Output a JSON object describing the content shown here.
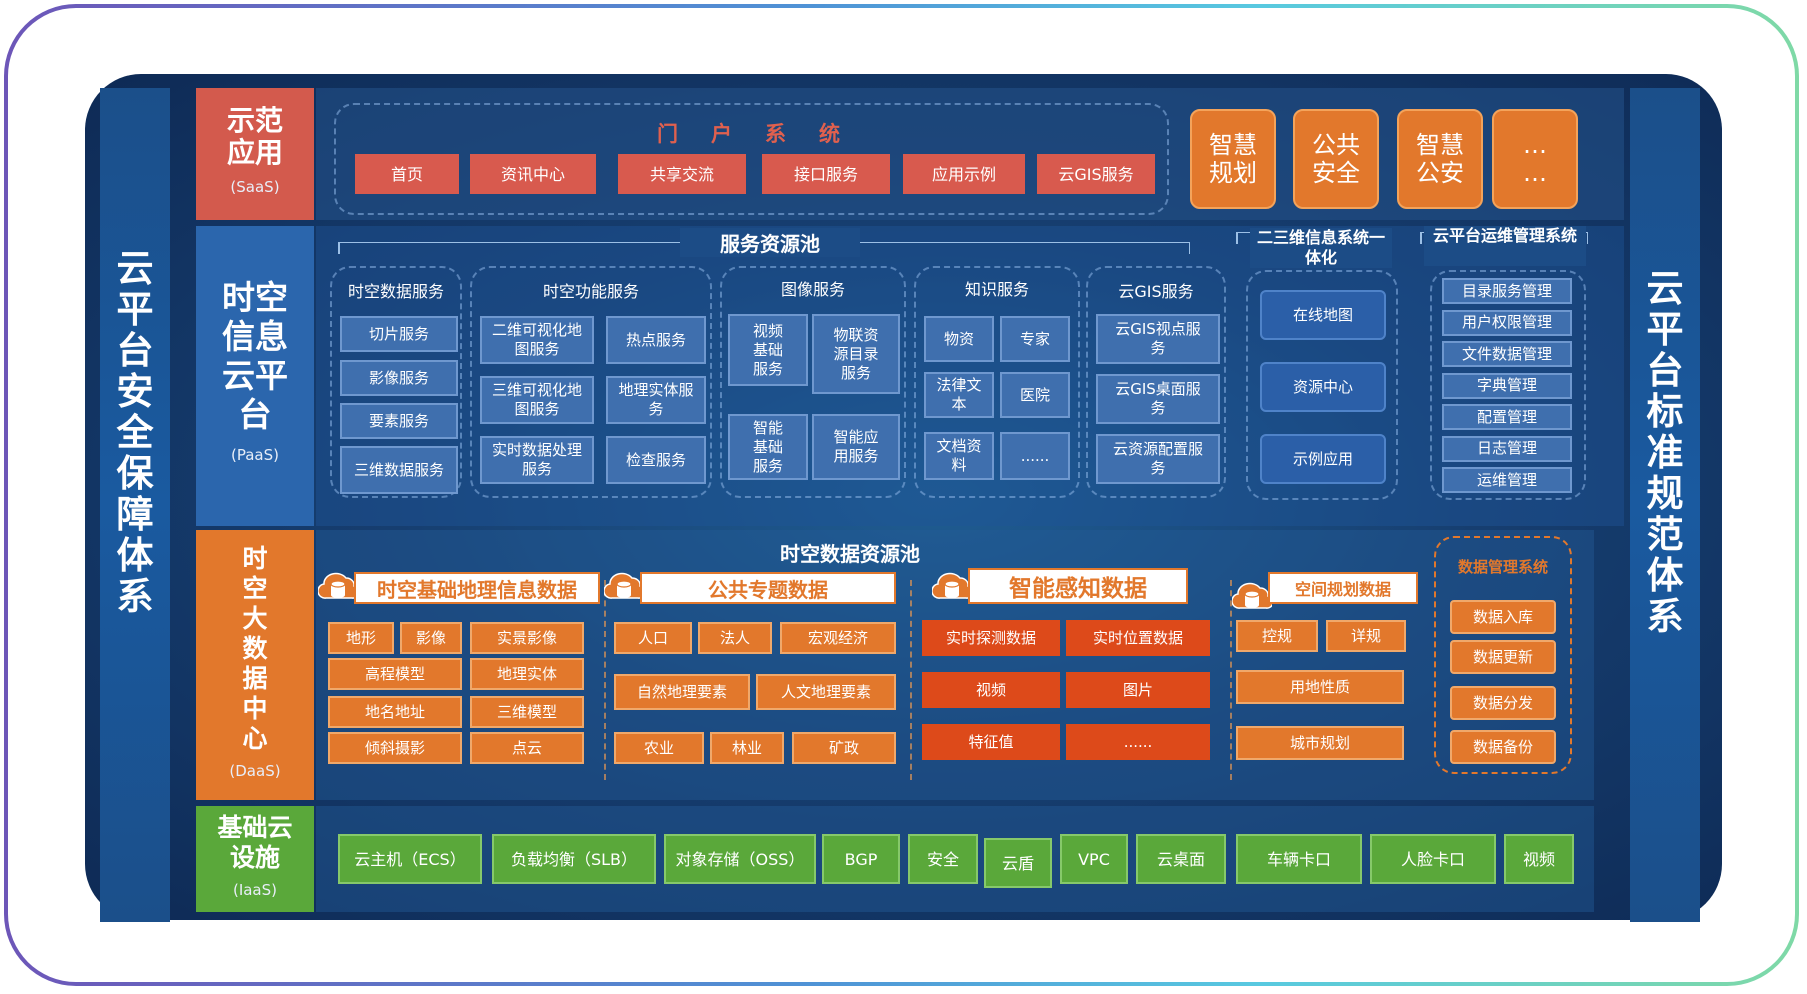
{
  "side": {
    "left": "云平台安全保障体系",
    "right": "云平台标准规范体系"
  },
  "layers": {
    "saas": {
      "title": "示范应用",
      "sub": "(SaaS)"
    },
    "paas": {
      "title": "时空信息云平台",
      "sub": "(PaaS)"
    },
    "daas": {
      "title": "时空大数据中心",
      "sub": "(DaaS)"
    },
    "iaas": {
      "title": "基础云设施",
      "sub": "(IaaS)"
    }
  },
  "portal": {
    "title": "门　户　系　统",
    "items": [
      "首页",
      "资讯中心",
      "共享交流",
      "接口服务",
      "应用示例",
      "云GIS服务"
    ]
  },
  "apps": [
    "智慧规划",
    "公共安全",
    "智慧公安",
    "… …"
  ],
  "service_pool": {
    "title": "服务资源池",
    "groups": {
      "data": {
        "title": "时空数据服务",
        "items": [
          "切片服务",
          "影像服务",
          "要素服务",
          "三维数据服务"
        ]
      },
      "func": {
        "title": "时空功能服务",
        "items": [
          "二维可视化地图服务",
          "热点服务",
          "三维可视化地图服务",
          "地理实体服务",
          "实时数据处理服务",
          "检查服务"
        ]
      },
      "image": {
        "title": "图像服务",
        "items": [
          "视频基础服务",
          "物联资源目录服务",
          "智能基础服务",
          "智能应用服务"
        ]
      },
      "knowledge": {
        "title": "知识服务",
        "items": [
          "物资",
          "专家",
          "法律文本",
          "医院",
          "文档资料",
          "......"
        ]
      },
      "gis": {
        "title": "云GIS服务",
        "items": [
          "云GIS视点服务",
          "云GIS桌面服务",
          "云资源配置服务"
        ]
      }
    },
    "integrated": {
      "title": "二三维信息系统一体化",
      "items": [
        "在线地图",
        "资源中心",
        "示例应用"
      ]
    },
    "ops": {
      "title": "云平台运维管理系统",
      "items": [
        "目录服务管理",
        "用户权限管理",
        "文件数据管理",
        "字典管理",
        "配置管理",
        "日志管理",
        "运维管理"
      ]
    }
  },
  "data_pool": {
    "title": "时空数据资源池",
    "basic": {
      "title": "时空基础地理信息数据",
      "items": [
        "地形",
        "影像",
        "实景影像",
        "高程模型",
        "地理实体",
        "地名地址",
        "三维模型",
        "倾斜摄影",
        "点云"
      ]
    },
    "topic": {
      "title": "公共专题数据",
      "items": [
        "人口",
        "法人",
        "宏观经济",
        "自然地理要素",
        "人文地理要素",
        "农业",
        "林业",
        "矿政"
      ]
    },
    "sense": {
      "title": "智能感知数据",
      "items": [
        "实时探测数据",
        "实时位置数据",
        "视频",
        "图片",
        "特征值",
        "......"
      ]
    },
    "plan": {
      "title": "空间规划数据",
      "items": [
        "控规",
        "详规",
        "用地性质",
        "城市规划"
      ]
    },
    "mgmt": {
      "title": "数据管理系统",
      "items": [
        "数据入库",
        "数据更新",
        "数据分发",
        "数据备份"
      ]
    }
  },
  "iaas_items": [
    "云主机（ECS）",
    "负载均衡（SLB）",
    "对象存储（OSS）",
    "BGP",
    "安全",
    "云盾",
    "VPC",
    "云桌面",
    "车辆卡口",
    "人脸卡口",
    "视频"
  ],
  "colors": {
    "saas": "#d35a4d",
    "paas": "#2b66ad",
    "daas": "#e2782c",
    "iaas": "#5aa83a"
  }
}
